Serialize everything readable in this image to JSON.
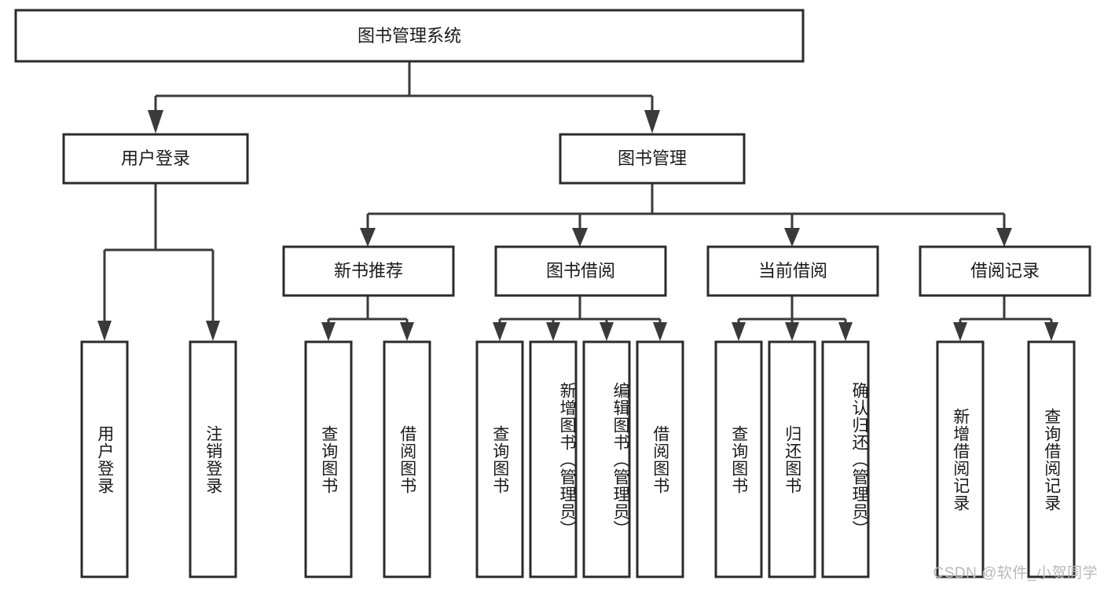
{
  "diagram": {
    "type": "tree-hierarchy",
    "orientation": "top-down",
    "root": {
      "id": "root",
      "label": "图书管理系统"
    },
    "level2": [
      {
        "id": "user-login",
        "label": "用户登录"
      },
      {
        "id": "book-management",
        "label": "图书管理"
      }
    ],
    "level3": [
      {
        "id": "new-book-recommend",
        "label": "新书推荐",
        "parent": "book-management"
      },
      {
        "id": "book-borrow",
        "label": "图书借阅",
        "parent": "book-management"
      },
      {
        "id": "current-borrow",
        "label": "当前借阅",
        "parent": "book-management"
      },
      {
        "id": "borrow-record",
        "label": "借阅记录",
        "parent": "book-management"
      }
    ],
    "leaves": [
      {
        "id": "leaf-user-login",
        "label": "用户登录",
        "parent": "user-login"
      },
      {
        "id": "leaf-logout-login",
        "label": "注销登录",
        "parent": "user-login"
      },
      {
        "id": "leaf-query-book-1",
        "label": "查询图书",
        "parent": "new-book-recommend"
      },
      {
        "id": "leaf-borrow-book-1",
        "label": "借阅图书",
        "parent": "new-book-recommend"
      },
      {
        "id": "leaf-query-book-2",
        "label": "查询图书",
        "parent": "book-borrow"
      },
      {
        "id": "leaf-add-book",
        "label": "新增图书（管理员）",
        "parent": "book-borrow"
      },
      {
        "id": "leaf-edit-book",
        "label": "编辑图书（管理员）",
        "parent": "book-borrow"
      },
      {
        "id": "leaf-borrow-book-2",
        "label": "借阅图书",
        "parent": "book-borrow"
      },
      {
        "id": "leaf-query-book-3",
        "label": "查询图书",
        "parent": "current-borrow"
      },
      {
        "id": "leaf-return-book",
        "label": "归还图书",
        "parent": "current-borrow"
      },
      {
        "id": "leaf-confirm-return",
        "label": "确认归还（管理员）",
        "parent": "current-borrow"
      },
      {
        "id": "leaf-add-record",
        "label": "新增借阅记录",
        "parent": "borrow-record"
      },
      {
        "id": "leaf-query-record",
        "label": "查询借阅记录",
        "parent": "borrow-record"
      }
    ],
    "colors": {
      "box_stroke": "#2b2b2b",
      "box_fill": "#ffffff",
      "connector": "#3a3a3a",
      "text": "#1a1a1a",
      "background": "#ffffff",
      "watermark": "#b9b9b9"
    }
  },
  "watermark": {
    "text": "CSDN @软件_小贺同学"
  }
}
